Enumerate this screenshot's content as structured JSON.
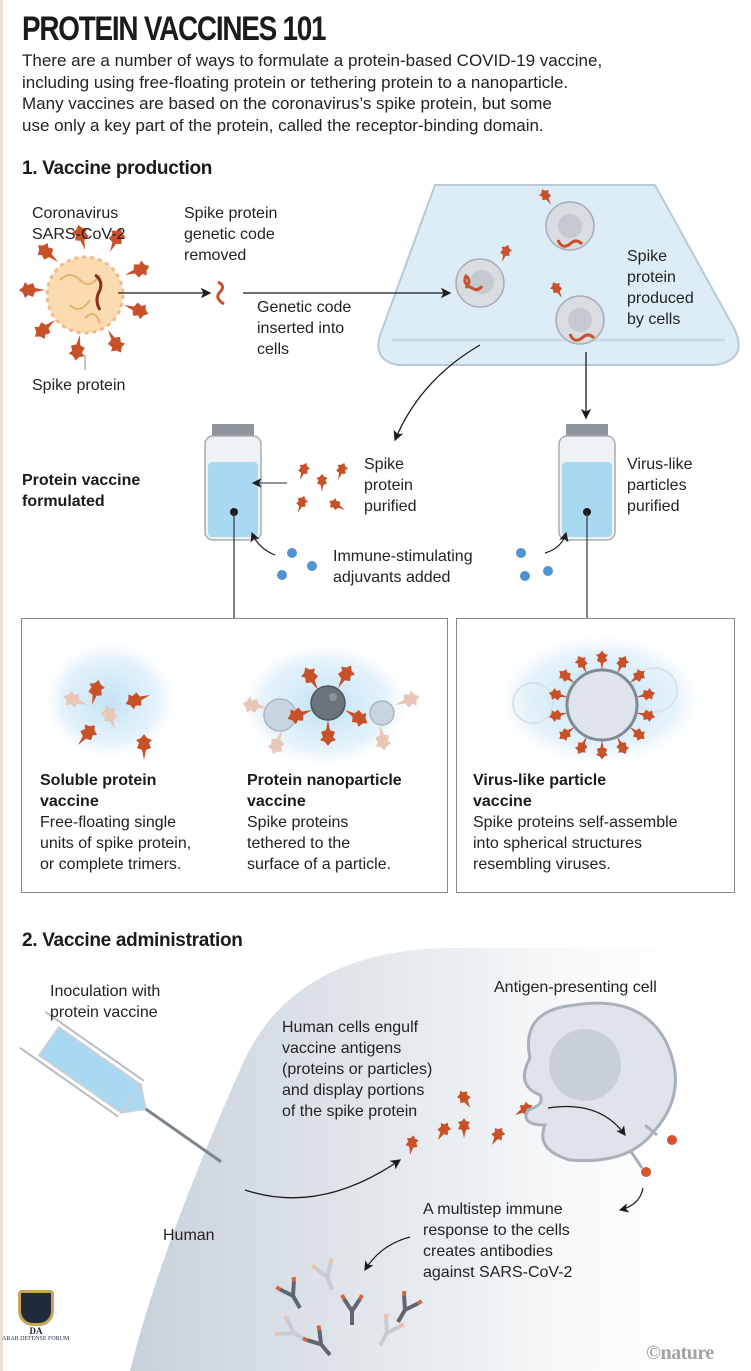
{
  "title": "PROTEIN VACCINES 101",
  "intro": [
    "There are a number of ways to formulate a protein-based COVID-19 vaccine,",
    "including using free-floating protein or tethering protein to a nanoparticle.",
    "Many vaccines are based on the coronavirus’s spike protein, but some",
    "use only a key part of the protein, called the receptor-binding domain."
  ],
  "section1": {
    "heading": "1.  Vaccine production",
    "coronavirus_label": [
      "Coronavirus",
      "SARS-CoV-2"
    ],
    "spike_protein_label": "Spike protein",
    "genetic_code_removed": [
      "Spike protein",
      "genetic code",
      "removed"
    ],
    "genetic_code_inserted": [
      "Genetic code",
      "inserted into",
      "cells"
    ],
    "spike_produced": [
      "Spike",
      "protein",
      "produced",
      "by cells"
    ],
    "protein_vaccine_formulated": [
      "Protein vaccine",
      "formulated"
    ],
    "spike_purified": [
      "Spike",
      "protein",
      "purified"
    ],
    "vlp_purified": [
      "Virus-like",
      "particles",
      "purified"
    ],
    "adjuvants": [
      "Immune-stimulating",
      "adjuvants added"
    ],
    "vaccine_types": [
      {
        "title": [
          "Soluble protein",
          "vaccine"
        ],
        "desc": [
          "Free-floating single",
          "units of spike protein,",
          "or complete trimers."
        ]
      },
      {
        "title": [
          "Protein nanoparticle",
          "vaccine"
        ],
        "desc": [
          "Spike proteins",
          "tethered to the",
          "surface of a particle."
        ]
      },
      {
        "title": [
          "Virus-like particle",
          "vaccine"
        ],
        "desc": [
          "Spike proteins self-assemble",
          "into spherical structures",
          "resembling viruses."
        ]
      }
    ]
  },
  "section2": {
    "heading": "2.  Vaccine administration",
    "inoculation": [
      "Inoculation with",
      "protein vaccine"
    ],
    "engulf": [
      "Human cells engulf",
      "vaccine antigens",
      "(proteins or particles)",
      "and display portions",
      "of the spike protein"
    ],
    "apc": "Antigen-presenting cell",
    "human": "Human",
    "response": [
      "A multistep immune",
      "response to the cells",
      "creates antibodies",
      "against SARS-CoV-2"
    ]
  },
  "credit": "©nature",
  "watermark": {
    "name": "ARAB DEFENSE FORUM",
    "initials": "DA"
  },
  "colors": {
    "spike": "#c9512a",
    "liquid": "#a9d8f2",
    "cell": "#dfe3e8",
    "text": "#222222"
  }
}
